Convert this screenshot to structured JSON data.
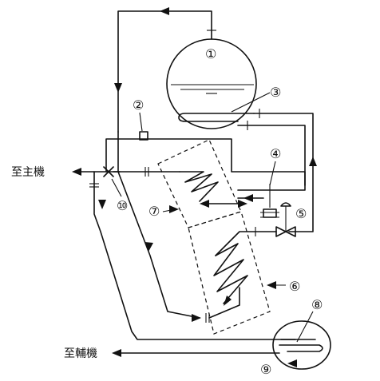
{
  "labels": {
    "to_main_engine": "至主機",
    "to_aux_engine": "至輔機"
  },
  "markers": [
    {
      "id": "1",
      "text": "①"
    },
    {
      "id": "2",
      "text": "②"
    },
    {
      "id": "3",
      "text": "③"
    },
    {
      "id": "4",
      "text": "④"
    },
    {
      "id": "5",
      "text": "⑤"
    },
    {
      "id": "6",
      "text": "⑥"
    },
    {
      "id": "7",
      "text": "⑦"
    },
    {
      "id": "8",
      "text": "⑧"
    },
    {
      "id": "9",
      "text": "⑨"
    },
    {
      "id": "10",
      "text": "⑩"
    }
  ],
  "colors": {
    "line": "#111111",
    "background": "#ffffff"
  }
}
